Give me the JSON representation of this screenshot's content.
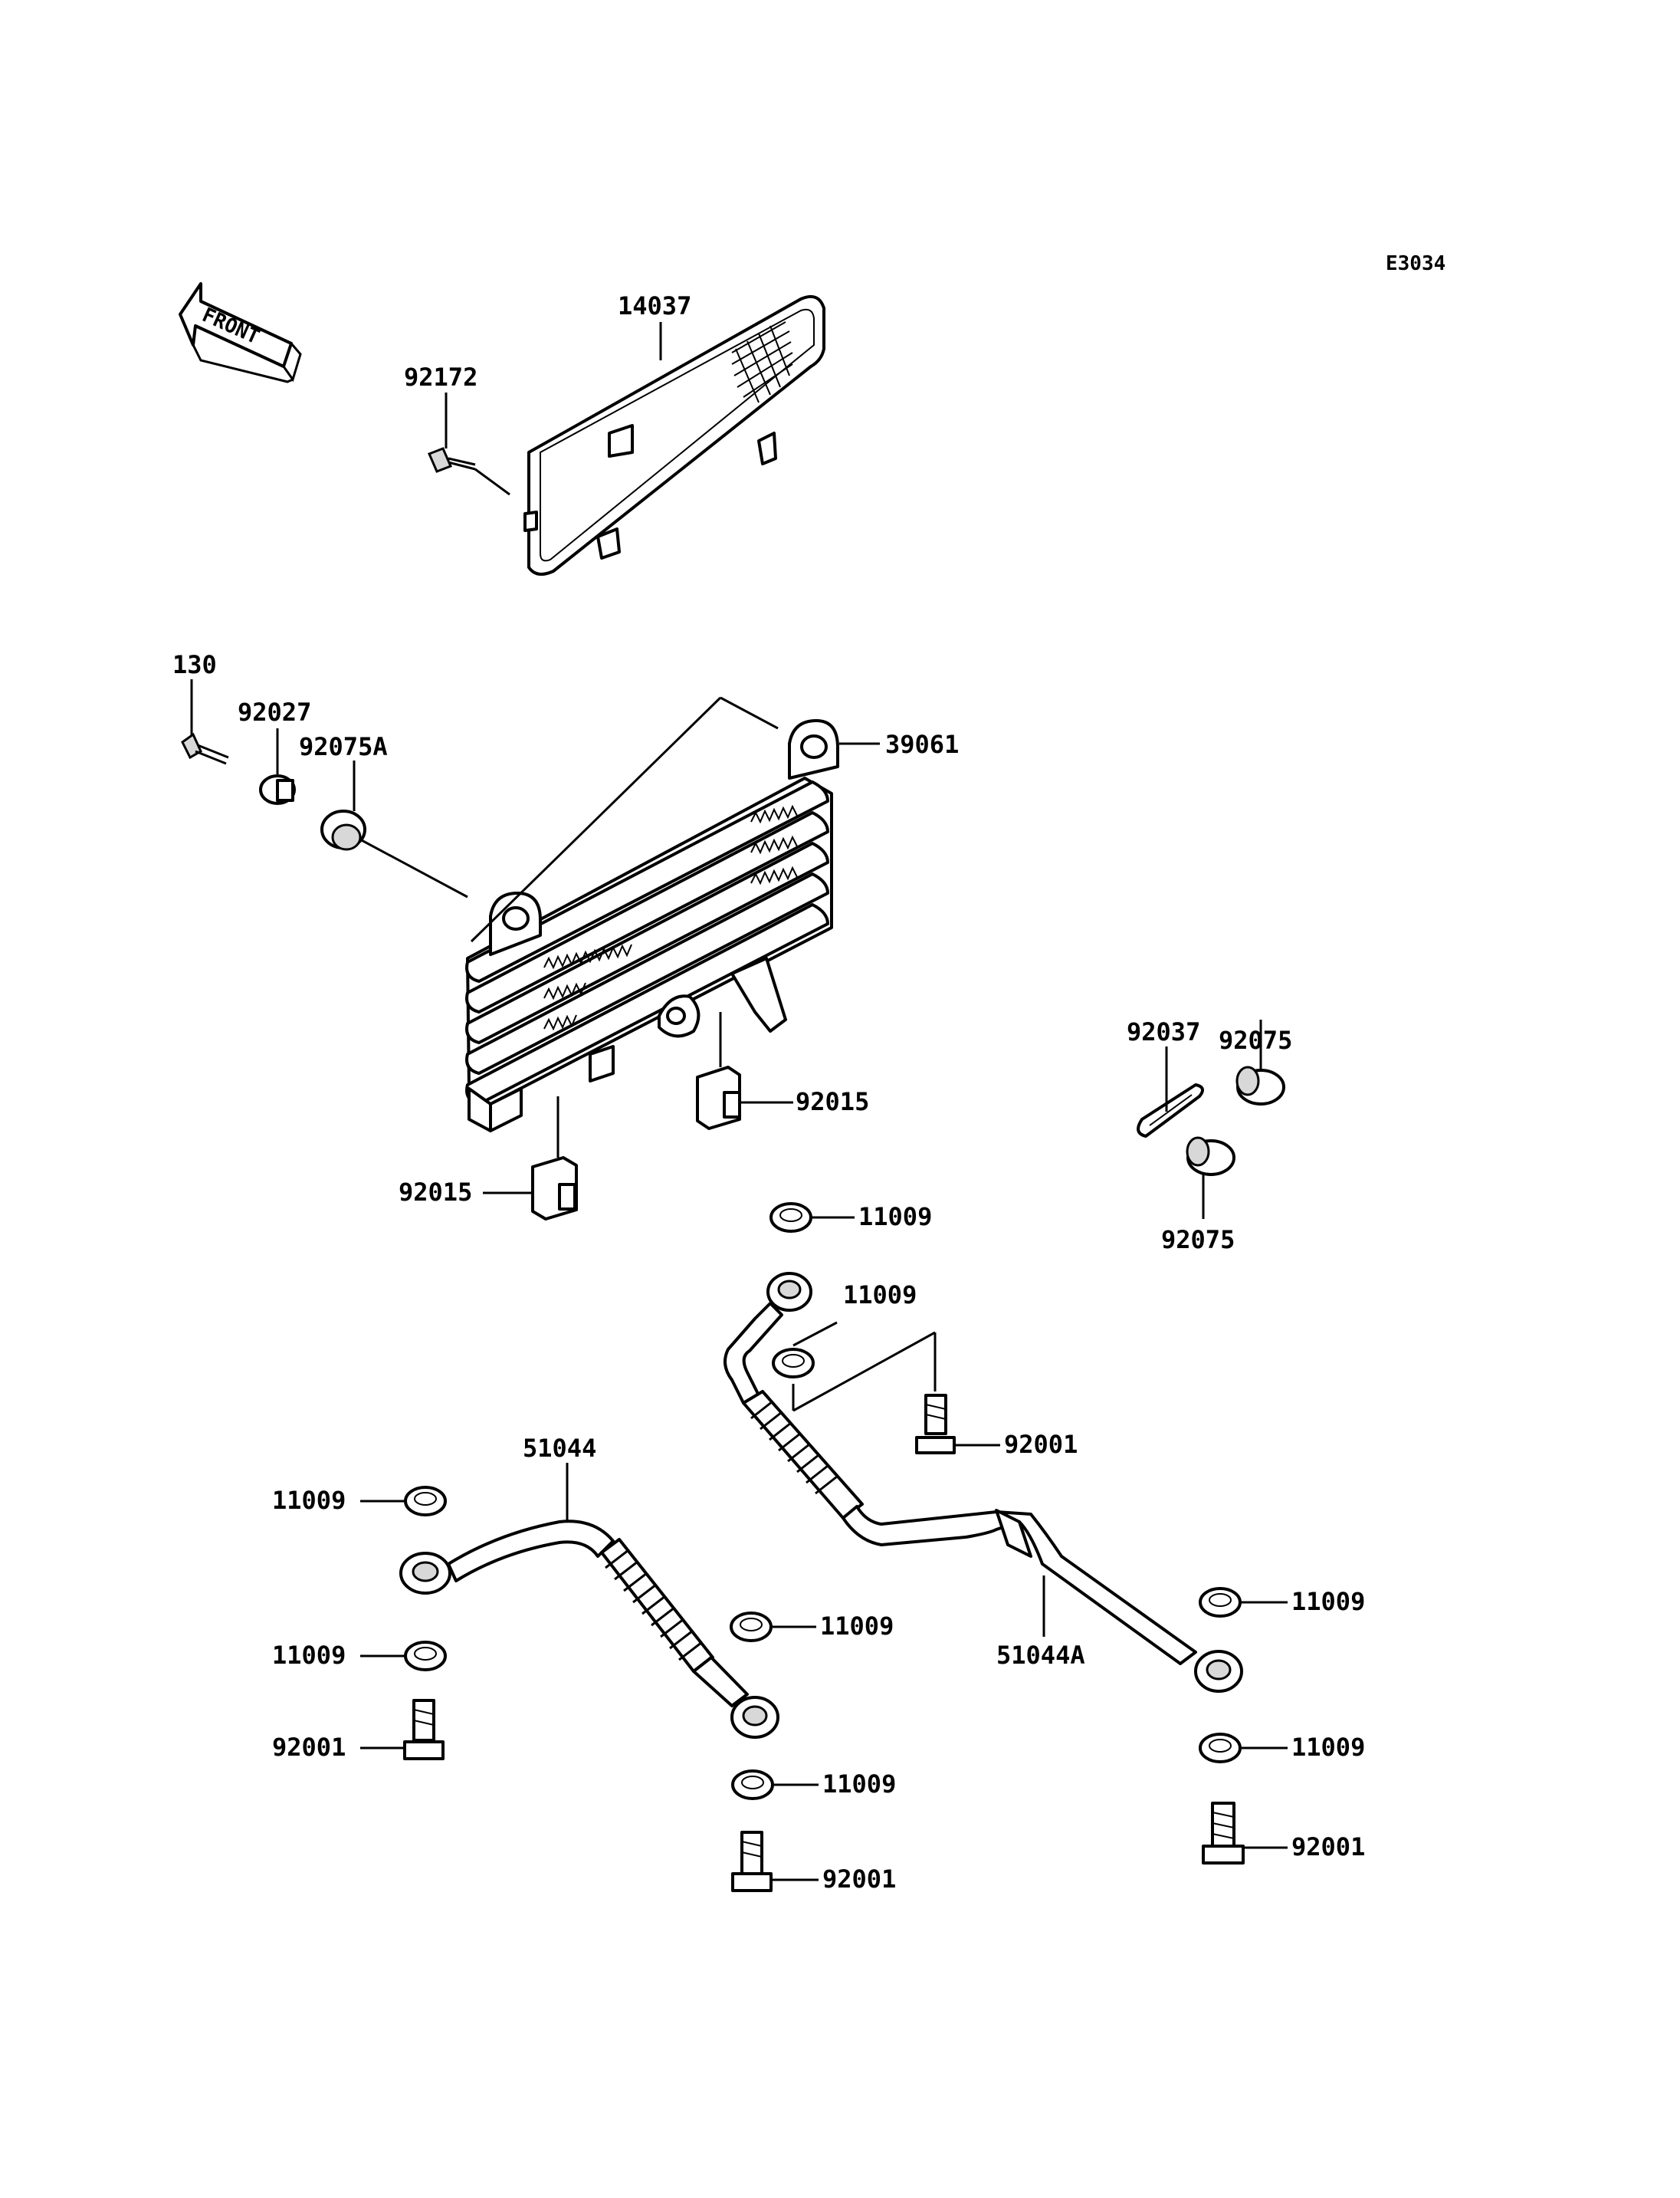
{
  "diagram_code": "E3034",
  "front_label": "FRONT",
  "labels": {
    "p14037": "14037",
    "p92172": "92172",
    "p130": "130",
    "p92027": "92027",
    "p92075A": "92075A",
    "p39061": "39061",
    "p92037": "92037",
    "p92075_top": "92075",
    "p92075_bottom": "92075",
    "p92015_right": "92015",
    "p92015_left": "92015",
    "p11009_a": "11009",
    "p11009_b": "11009",
    "p92001_a": "92001",
    "p51044": "51044",
    "p11009_c": "11009",
    "p11009_d": "11009",
    "p11009_e": "11009",
    "p92001_b": "92001",
    "p11009_f": "11009",
    "p92001_c": "92001",
    "p51044A": "51044A",
    "p11009_g": "11009",
    "p11009_h": "11009",
    "p92001_d": "92001"
  }
}
